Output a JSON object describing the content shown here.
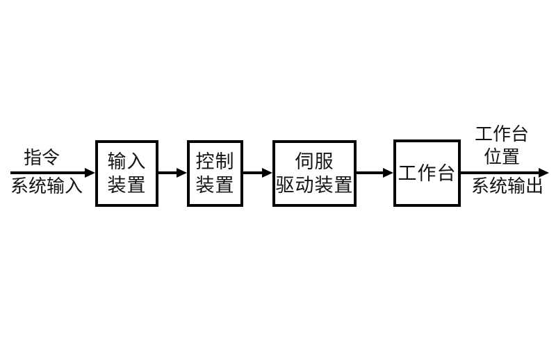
{
  "diagram": {
    "input": {
      "label_top": "指令",
      "label_bottom": "系统输入"
    },
    "boxes": [
      {
        "name": "input-device",
        "line1": "输入",
        "line2": "装置"
      },
      {
        "name": "control-device",
        "line1": "控制",
        "line2": "装置"
      },
      {
        "name": "servo-drive-device",
        "line1": "伺服",
        "line2": "驱动装置"
      },
      {
        "name": "worktable",
        "line1": "工作台"
      }
    ],
    "output": {
      "label_top_line1": "工作台",
      "label_top_line2": "位置",
      "label_bottom": "系统输出"
    },
    "colors": {
      "line": "#000000",
      "text": "#141414",
      "background": "#ffffff"
    }
  }
}
